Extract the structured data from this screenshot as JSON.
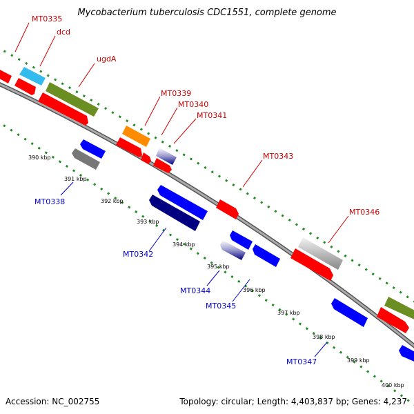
{
  "title": "Mycobacterium tuberculosis CDC1551, complete genome",
  "footer": {
    "accession": "Accession: NC_002755",
    "topology": "Topology: circular; Length: 4,403,837 bp; Genes: 4,237"
  },
  "ticks": [
    "390 kbp",
    "391 kbp",
    "392 kbp",
    "393 kbp",
    "394 kbp",
    "395 kbp",
    "396 kbp",
    "397 kbp",
    "398 kbp",
    "399 kbp",
    "400 kbp"
  ],
  "gene_labels": {
    "forward": [
      "MT0335",
      "dcd",
      "ugdA",
      "MT0339",
      "MT0340",
      "MT0341",
      "MT0343",
      "MT0346"
    ],
    "reverse": [
      "MT0338",
      "MT0342",
      "MT0344",
      "MT0345",
      "MT0347"
    ]
  },
  "colors": {
    "forward_label": "#cc0000",
    "reverse_label": "#0000cc",
    "backbone": "#888888",
    "dotted_track": "#228b22",
    "red": "#ff0000",
    "blue": "#0000ff",
    "navy": "#000080",
    "olive": "#6b8e23",
    "cyan": "#33bbee",
    "orange": "#ff8c00",
    "gray": "#777777",
    "lightgray": "#bbbbbb"
  }
}
